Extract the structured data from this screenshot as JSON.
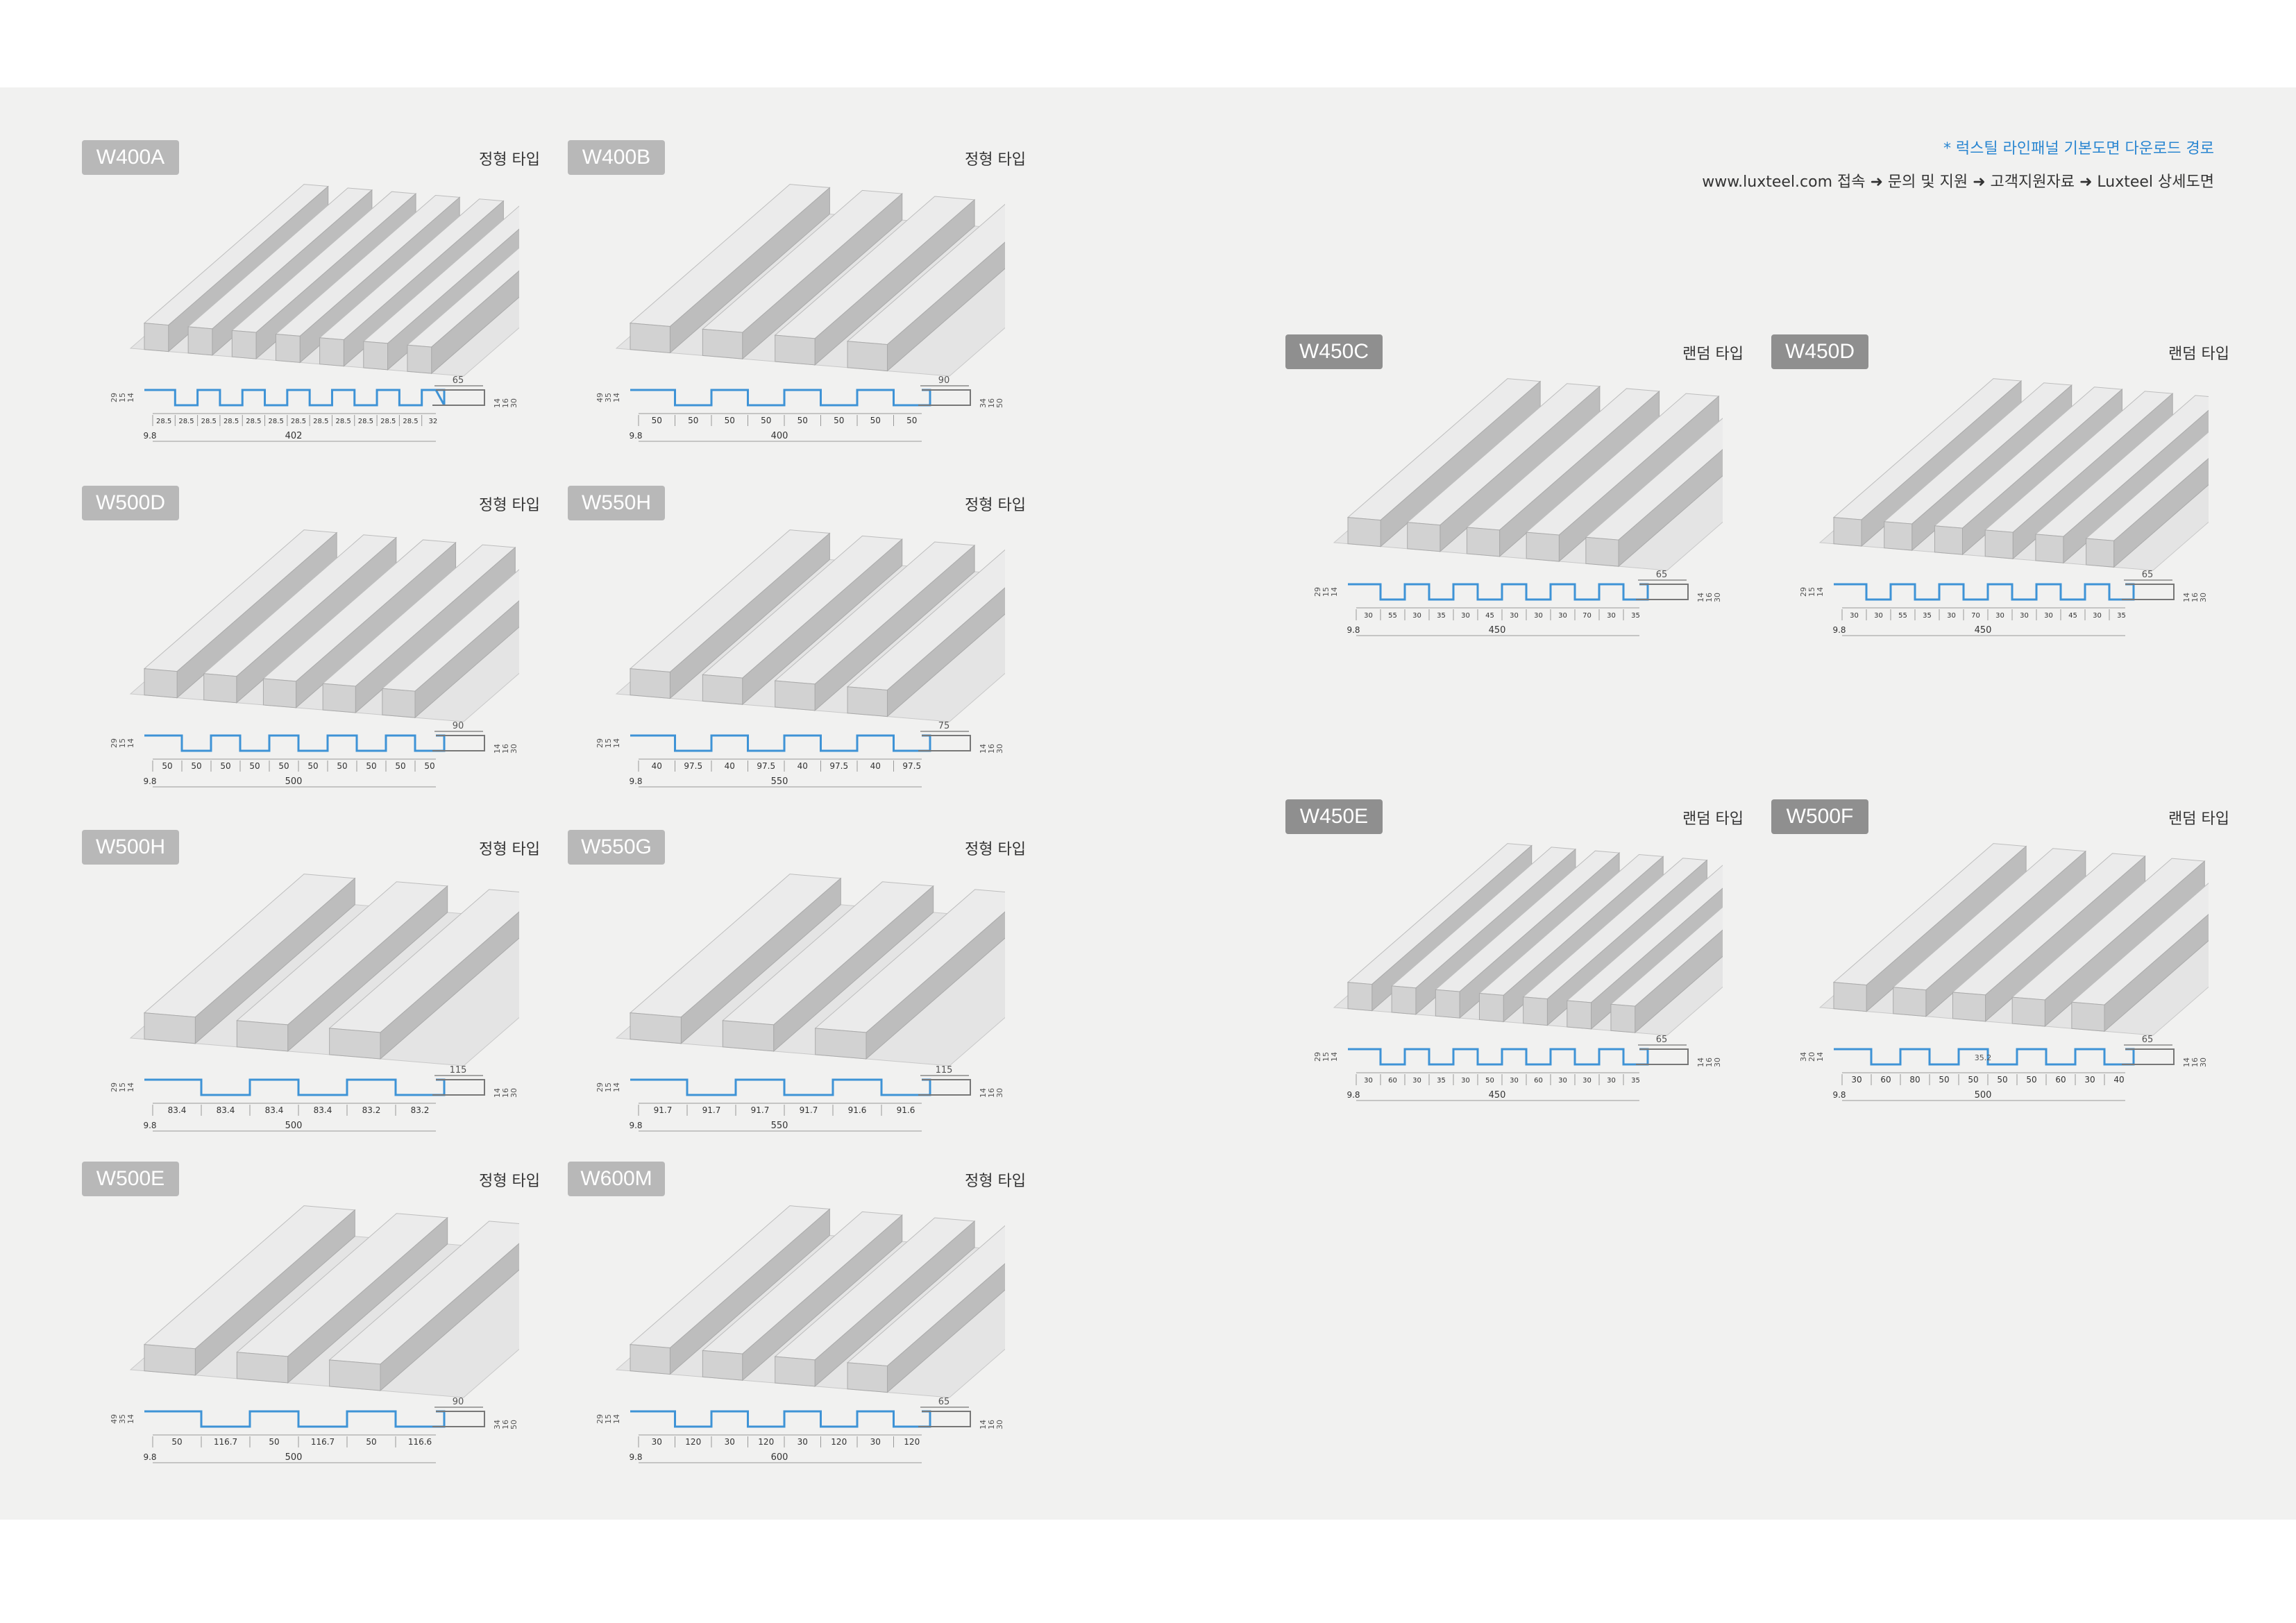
{
  "download": {
    "note": "* 럭스틸 라인패널 기본도면 다운로드 경로",
    "path": "www.luxteel.com 접속 ➜ 문의 및 지원 ➜ 고객지원자료 ➜ Luxteel 상세도면"
  },
  "panels": [
    {
      "model": "W400A",
      "type": "정형 타입",
      "ribs": 7,
      "top": [
        "28.5",
        "28.5",
        "28.5",
        "28.5",
        "28.5",
        "28.5",
        "28.5",
        "28.5",
        "28.5",
        "28.5",
        "28.5",
        "28.5",
        "32"
      ],
      "total": "402",
      "edge": "9.8",
      "lap": "65",
      "height_left": [
        "29",
        "15",
        "14"
      ],
      "height_right": [
        "14",
        "16",
        "30"
      ]
    },
    {
      "model": "W400B",
      "type": "정형 타입",
      "ribs": 4,
      "top": [
        "50",
        "50",
        "50",
        "50",
        "50",
        "50",
        "50",
        "50"
      ],
      "total": "400",
      "edge": "9.8",
      "lap": "90",
      "height_left": [
        "49",
        "35",
        "14"
      ],
      "height_right": [
        "34",
        "16",
        "50"
      ]
    },
    {
      "model": "W500D",
      "type": "정형 타입",
      "ribs": 5,
      "top": [
        "50",
        "50",
        "50",
        "50",
        "50",
        "50",
        "50",
        "50",
        "50",
        "50"
      ],
      "total": "500",
      "edge": "9.8",
      "lap": "90",
      "height_left": [
        "29",
        "15",
        "14"
      ],
      "height_right": [
        "14",
        "16",
        "30"
      ]
    },
    {
      "model": "W550H",
      "type": "정형 타입",
      "ribs": 4,
      "top": [
        "40",
        "97.5",
        "40",
        "97.5",
        "40",
        "97.5",
        "40",
        "97.5"
      ],
      "total": "550",
      "edge": "9.8",
      "lap": "75",
      "height_left": [
        "29",
        "15",
        "14"
      ],
      "height_right": [
        "14",
        "16",
        "30"
      ]
    },
    {
      "model": "W500H",
      "type": "정형 타입",
      "ribs": 3,
      "top": [
        "83.4",
        "83.4",
        "83.4",
        "83.4",
        "83.2",
        "83.2"
      ],
      "total": "500",
      "edge": "9.8",
      "lap": "115",
      "height_left": [
        "29",
        "15",
        "14"
      ],
      "height_right": [
        "14",
        "16",
        "30"
      ]
    },
    {
      "model": "W550G",
      "type": "정형 타입",
      "ribs": 3,
      "top": [
        "91.7",
        "91.7",
        "91.7",
        "91.7",
        "91.6",
        "91.6"
      ],
      "total": "550",
      "edge": "9.8",
      "lap": "115",
      "height_left": [
        "29",
        "15",
        "14"
      ],
      "height_right": [
        "14",
        "16",
        "30"
      ]
    },
    {
      "model": "W500E",
      "type": "정형 타입",
      "ribs": 3,
      "top": [
        "50",
        "116.7",
        "50",
        "116.7",
        "50",
        "116.6"
      ],
      "total": "500",
      "edge": "9.8",
      "lap": "90",
      "height_left": [
        "49",
        "35",
        "14"
      ],
      "height_right": [
        "34",
        "16",
        "50"
      ]
    },
    {
      "model": "W600M",
      "type": "정형 타입",
      "ribs": 4,
      "top": [
        "30",
        "120",
        "30",
        "120",
        "30",
        "120",
        "30",
        "120"
      ],
      "total": "600",
      "edge": "9.8",
      "lap": "65",
      "height_left": [
        "29",
        "15",
        "14"
      ],
      "height_right": [
        "14",
        "16",
        "30"
      ]
    },
    {
      "model": "W450C",
      "type": "랜덤 타입",
      "ribs": 5,
      "top": [
        "30",
        "55",
        "30",
        "35",
        "30",
        "45",
        "30",
        "30",
        "30",
        "70",
        "30",
        "35"
      ],
      "total": "450",
      "edge": "9.8",
      "lap": "65",
      "height_left": [
        "29",
        "15",
        "14"
      ],
      "height_right": [
        "14",
        "16",
        "30"
      ]
    },
    {
      "model": "W450D",
      "type": "랜덤 타입",
      "ribs": 6,
      "top": [
        "30",
        "30",
        "55",
        "35",
        "30",
        "70",
        "30",
        "30",
        "30",
        "45",
        "30",
        "35"
      ],
      "total": "450",
      "edge": "9.8",
      "lap": "65",
      "height_left": [
        "29",
        "15",
        "14"
      ],
      "height_right": [
        "14",
        "16",
        "30"
      ]
    },
    {
      "model": "W450E",
      "type": "랜덤 타입",
      "ribs": 7,
      "top": [
        "30",
        "60",
        "30",
        "35",
        "30",
        "50",
        "30",
        "60",
        "30",
        "30",
        "30",
        "35"
      ],
      "total": "450",
      "edge": "9.8",
      "lap": "65",
      "height_left": [
        "29",
        "15",
        "14"
      ],
      "height_right": [
        "14",
        "16",
        "30"
      ]
    },
    {
      "model": "W500F",
      "type": "랜덤 타입",
      "ribs": 5,
      "top": [
        "30",
        "60",
        "80",
        "50",
        "50",
        "50",
        "50",
        "60",
        "30",
        "40"
      ],
      "total": "500",
      "edge": "9.8",
      "lap": "65",
      "height_left": [
        "34",
        "20",
        "14"
      ],
      "height_right": [
        "14",
        "16",
        "30"
      ],
      "mid_label": "35.2"
    }
  ],
  "colors": {
    "profile_blue": "#3e93d6",
    "dimension": "#555555",
    "tag_light": "#b8b8b8",
    "tag_dark": "#8f8f8f",
    "panel_light": "#e4e4e4",
    "panel_dark": "#bdbdbd"
  }
}
